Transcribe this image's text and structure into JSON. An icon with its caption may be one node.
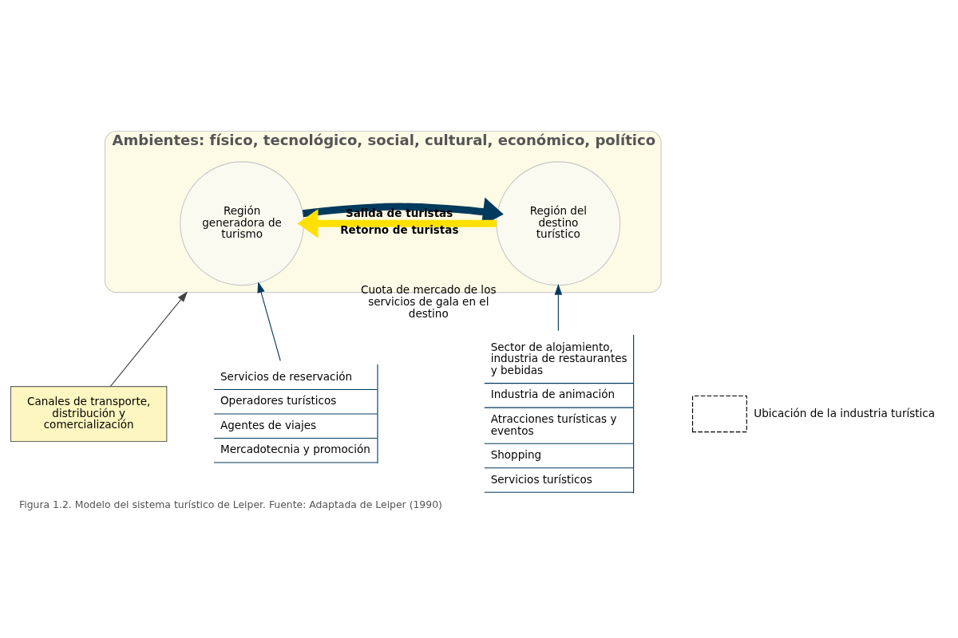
{
  "diagram": {
    "caption": "Figura 1.2. Modelo del sistema turístico de Leiper. Fuente: Adaptada de Leiper (1990)",
    "nodes": [
      {
        "text": [
          "Ambientes: físico, tecnológico, social, cultural, económico, político"
        ]
      },
      {
        "text": [
          "Región generadora de turismo"
        ],
        "in": 0
      },
      {
        "text": [
          "Región del destino turístico"
        ],
        "in": 0,
        "beside": [
          "Cuota de mercado de los servicios de gala en el destino"
        ]
      },
      {
        "text": [
          "Canales de transporte, distribución y comercialización"
        ]
      },
      {
        "text": [
          "Servicios de reservación",
          "Operadores turísticos",
          "Agentes de viajes",
          "Mercadotecnia y promoción"
        ]
      },
      {
        "text": [
          "Sector de alojamiento, industria de restaurantes y bebidas",
          "Industria de animación",
          "Atracciones turísticas y eventos",
          "Shopping",
          "Servicios turísticos"
        ]
      }
    ],
    "edges": [
      {
        "from": 1,
        "to": 2,
        "arrow": "to",
        "label": "Salida de turistas",
        "style": "thick",
        "color": "#003a5c"
      },
      {
        "from": 2,
        "to": 1,
        "arrow": "to",
        "label": "Retorno de turistas",
        "style": "thick",
        "color": "#ffe000"
      },
      {
        "from": 3,
        "to": 0,
        "arrow": "to",
        "color": "#444444"
      },
      {
        "from": 4,
        "to": 1,
        "arrow": "to",
        "color": "#003a5c"
      },
      {
        "from": 5,
        "to": 2,
        "arrow": "to",
        "color": "#003a5c"
      }
    ],
    "legend": [
      {
        "text": "Ubicación de la industria turística"
      }
    ]
  }
}
